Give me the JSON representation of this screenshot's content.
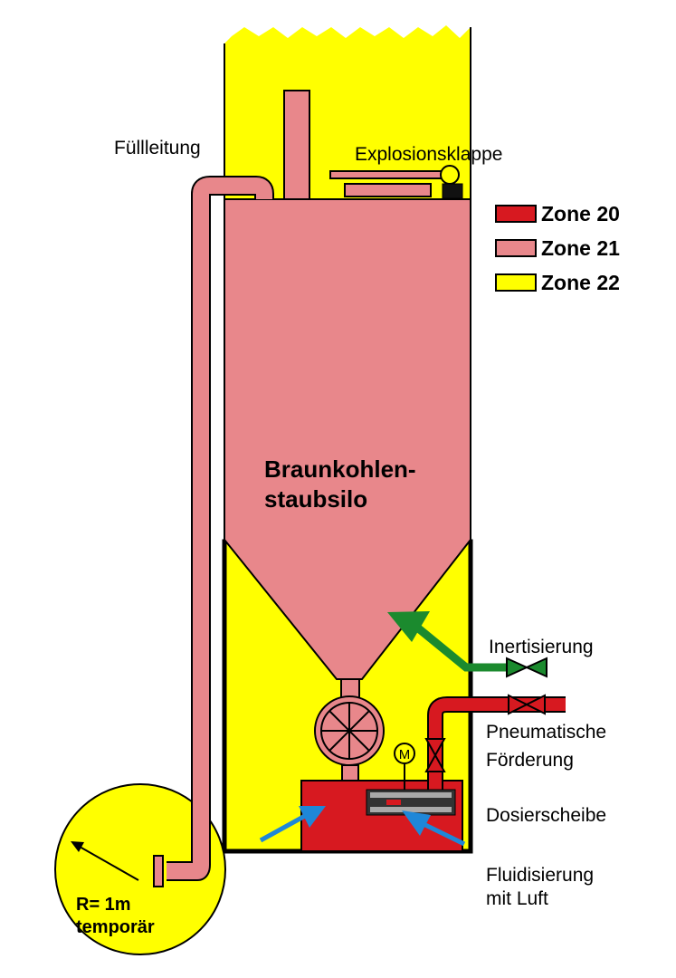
{
  "colors": {
    "zone20": "#D71920",
    "zone21": "#E8878B",
    "zone22": "#FFFF00",
    "green_arrow": "#1B8A2E",
    "blue_arrow": "#1E87D8",
    "outline": "#000000",
    "bar_grey": "#A9A9A9"
  },
  "legend": [
    {
      "label": "Zone 20",
      "color": "#D71920"
    },
    {
      "label": "Zone 21",
      "color": "#E8878B"
    },
    {
      "label": "Zone 22",
      "color": "#FFFF00"
    }
  ],
  "labels": {
    "fill_line": "Füllleitung",
    "explosion_flap": "Explosionsklappe",
    "silo_line1": "Braunkohlen-",
    "silo_line2": "staubsilo",
    "inerting": "Inertisierung",
    "pneumatic_line1": "Pneumatische",
    "pneumatic_line2": "Förderung",
    "dosing_disc": "Dosierscheibe",
    "fluidization_line1": "Fluidisierung",
    "fluidization_line2": "mit Luft",
    "radius_line1": "R= 1m",
    "radius_line2": "temporär",
    "motor": "M"
  }
}
